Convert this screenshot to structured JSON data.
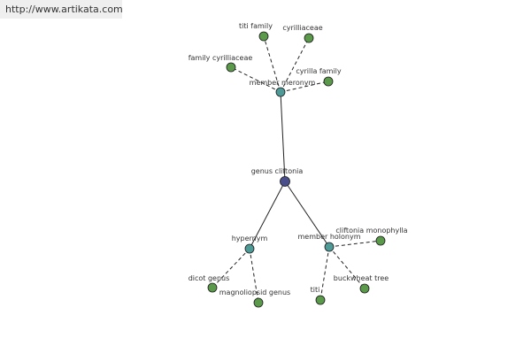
{
  "header": {
    "url": "http://www.artikata.com"
  },
  "colors": {
    "center": "#4a4f8c",
    "relation": "#4e9a96",
    "leaf": "#5a9a4a",
    "edge": "#222222",
    "background": "#ffffff"
  },
  "graph": {
    "nodes": [
      {
        "id": "genus-cliftonia",
        "label": "genus cliftonia",
        "kind": "center"
      },
      {
        "id": "member-meronym",
        "label": "member meronym",
        "kind": "relation"
      },
      {
        "id": "hypernym",
        "label": "hypernym",
        "kind": "relation"
      },
      {
        "id": "member-holonym",
        "label": "member holonym",
        "kind": "relation"
      },
      {
        "id": "titi-family",
        "label": "titi family",
        "kind": "leaf"
      },
      {
        "id": "cyrilliaceae",
        "label": "cyrilliaceae",
        "kind": "leaf"
      },
      {
        "id": "family-cyrilliaceae",
        "label": "family cyrilliaceae",
        "kind": "leaf"
      },
      {
        "id": "cyrilla-family",
        "label": "cyrilla family",
        "kind": "leaf"
      },
      {
        "id": "dicot-genus",
        "label": "dicot genus",
        "kind": "leaf"
      },
      {
        "id": "magnoliopsid-genus",
        "label": "magnoliopsid genus",
        "kind": "leaf"
      },
      {
        "id": "cliftonia-monophylla",
        "label": "cliftonia monophylla",
        "kind": "leaf"
      },
      {
        "id": "titi",
        "label": "titi",
        "kind": "leaf"
      },
      {
        "id": "buckwheat-tree",
        "label": "buckwheat tree",
        "kind": "leaf"
      }
    ],
    "edges": [
      {
        "from": "genus-cliftonia",
        "to": "member-meronym",
        "style": "solid"
      },
      {
        "from": "genus-cliftonia",
        "to": "hypernym",
        "style": "solid"
      },
      {
        "from": "genus-cliftonia",
        "to": "member-holonym",
        "style": "solid"
      },
      {
        "from": "member-meronym",
        "to": "titi-family",
        "style": "dashed"
      },
      {
        "from": "member-meronym",
        "to": "cyrilliaceae",
        "style": "dashed"
      },
      {
        "from": "member-meronym",
        "to": "family-cyrilliaceae",
        "style": "dashed"
      },
      {
        "from": "member-meronym",
        "to": "cyrilla-family",
        "style": "dashed"
      },
      {
        "from": "hypernym",
        "to": "dicot-genus",
        "style": "dashed"
      },
      {
        "from": "hypernym",
        "to": "magnoliopsid-genus",
        "style": "dashed"
      },
      {
        "from": "member-holonym",
        "to": "cliftonia-monophylla",
        "style": "dashed"
      },
      {
        "from": "member-holonym",
        "to": "titi",
        "style": "dashed"
      },
      {
        "from": "member-holonym",
        "to": "buckwheat-tree",
        "style": "dashed"
      }
    ]
  }
}
